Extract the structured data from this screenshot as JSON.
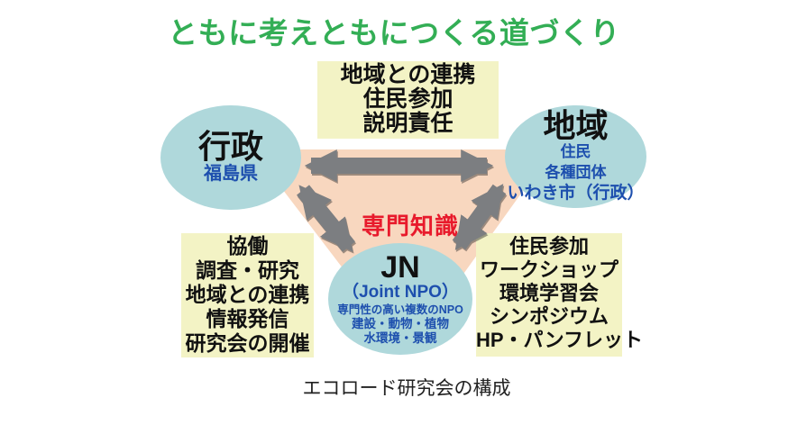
{
  "title": "ともに考えともにつくる道づくり",
  "caption": "エコロード研究会の構成",
  "center_label": "専門知識",
  "top_box": {
    "lines": [
      "地域との連携",
      "住民参加",
      "説明責任"
    ]
  },
  "left_box": {
    "lines": [
      "協働",
      "調査・研究",
      "地域との連携",
      "情報発信",
      "研究会の開催"
    ]
  },
  "right_box": {
    "lines": [
      "住民参加",
      "ワークショップ",
      "環境学習会",
      "シンポジウム",
      "HP・パンフレット"
    ]
  },
  "nodes": {
    "gov": {
      "name": "行政",
      "sub": "福島県"
    },
    "region": {
      "name": "地域",
      "lines": [
        "住民",
        "各種団体",
        "いわき市（行政）"
      ]
    },
    "jn": {
      "name": "JN",
      "sub": "（Joint NPO）",
      "lines": [
        "専門性の高い複数のNPO",
        "建設・動物・植物",
        "水環境・景観"
      ]
    }
  },
  "relations": {
    "bidirectional": true,
    "edges": [
      [
        "行政",
        "地域"
      ],
      [
        "行政",
        "JN"
      ],
      [
        "地域",
        "JN"
      ]
    ]
  },
  "colors": {
    "title_green": "#33ae55",
    "box_yellow": "#f3f3c5",
    "node_teal": "#afd8db",
    "triangle_salmon": "#f8d7bf",
    "arrow_gray": "#7c7e81",
    "text_blue": "#1d4fae",
    "text_red": "#e81a2c",
    "text_black": "#111111",
    "caption_gray": "#222222"
  }
}
